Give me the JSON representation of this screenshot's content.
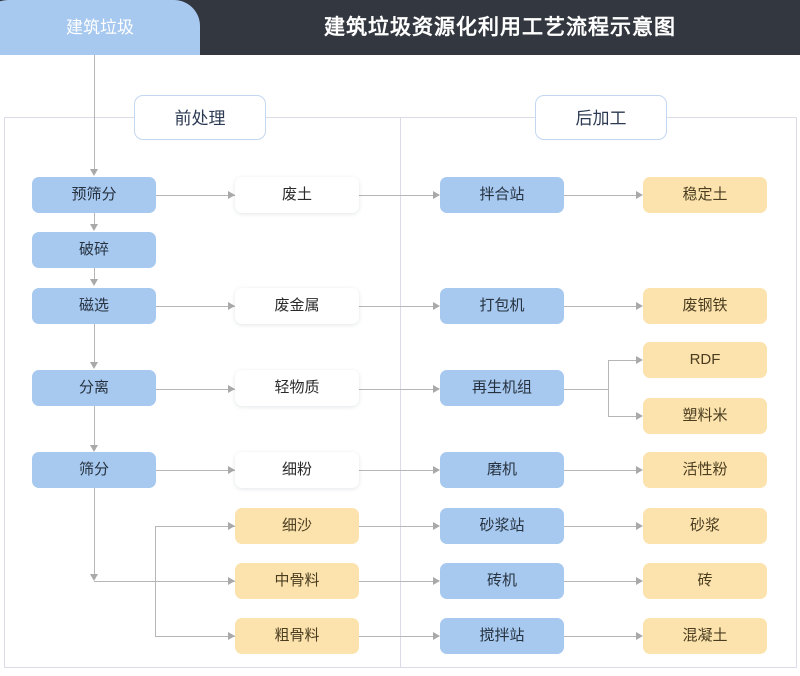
{
  "header": {
    "title": "建筑垃圾资源化利用工艺流程示意图",
    "source_tab_label": "建筑垃圾",
    "bar_color": "#33373f",
    "tab_color": "#a7c8ef"
  },
  "sections": {
    "pre_label": "前处理",
    "post_label": "后加工"
  },
  "palette": {
    "blue": "#a7c8ef",
    "white": "#ffffff",
    "yellow": "#fce3ad",
    "line": "#b6b6b6",
    "guide": "#dcdce8"
  },
  "nodes": {
    "process": [
      {
        "id": "pre-screen",
        "label": "预筛分",
        "color": "blue"
      },
      {
        "id": "crush",
        "label": "破碎",
        "color": "blue"
      },
      {
        "id": "magnetic",
        "label": "磁选",
        "color": "blue"
      },
      {
        "id": "separate",
        "label": "分离",
        "color": "blue"
      },
      {
        "id": "screen",
        "label": "筛分",
        "color": "blue"
      }
    ],
    "intermediate": [
      {
        "id": "waste-soil",
        "label": "废土",
        "color": "white"
      },
      {
        "id": "waste-metal",
        "label": "废金属",
        "color": "white"
      },
      {
        "id": "light-matter",
        "label": "轻物质",
        "color": "white"
      },
      {
        "id": "fine-powder",
        "label": "细粉",
        "color": "white"
      },
      {
        "id": "fine-sand",
        "label": "细沙",
        "color": "yellow"
      },
      {
        "id": "mid-agg",
        "label": "中骨料",
        "color": "yellow"
      },
      {
        "id": "coarse-agg",
        "label": "粗骨料",
        "color": "yellow"
      }
    ],
    "equipment": [
      {
        "id": "mix-station",
        "label": "拌合站",
        "color": "blue"
      },
      {
        "id": "baler",
        "label": "打包机",
        "color": "blue"
      },
      {
        "id": "regen-unit",
        "label": "再生机组",
        "color": "blue"
      },
      {
        "id": "mill",
        "label": "磨机",
        "color": "blue"
      },
      {
        "id": "mortar-plant",
        "label": "砂浆站",
        "color": "blue"
      },
      {
        "id": "brick-machine",
        "label": "砖机",
        "color": "blue"
      },
      {
        "id": "batch-plant",
        "label": "搅拌站",
        "color": "blue"
      }
    ],
    "products": [
      {
        "id": "stable-soil",
        "label": "稳定土",
        "color": "yellow"
      },
      {
        "id": "scrap-steel",
        "label": "废钢铁",
        "color": "yellow"
      },
      {
        "id": "rdf",
        "label": "RDF",
        "color": "yellow"
      },
      {
        "id": "plastic-pellet",
        "label": "塑料米",
        "color": "yellow"
      },
      {
        "id": "active-powder",
        "label": "活性粉",
        "color": "yellow"
      },
      {
        "id": "mortar",
        "label": "砂浆",
        "color": "yellow"
      },
      {
        "id": "brick",
        "label": "砖",
        "color": "yellow"
      },
      {
        "id": "concrete",
        "label": "混凝土",
        "color": "yellow"
      }
    ]
  }
}
